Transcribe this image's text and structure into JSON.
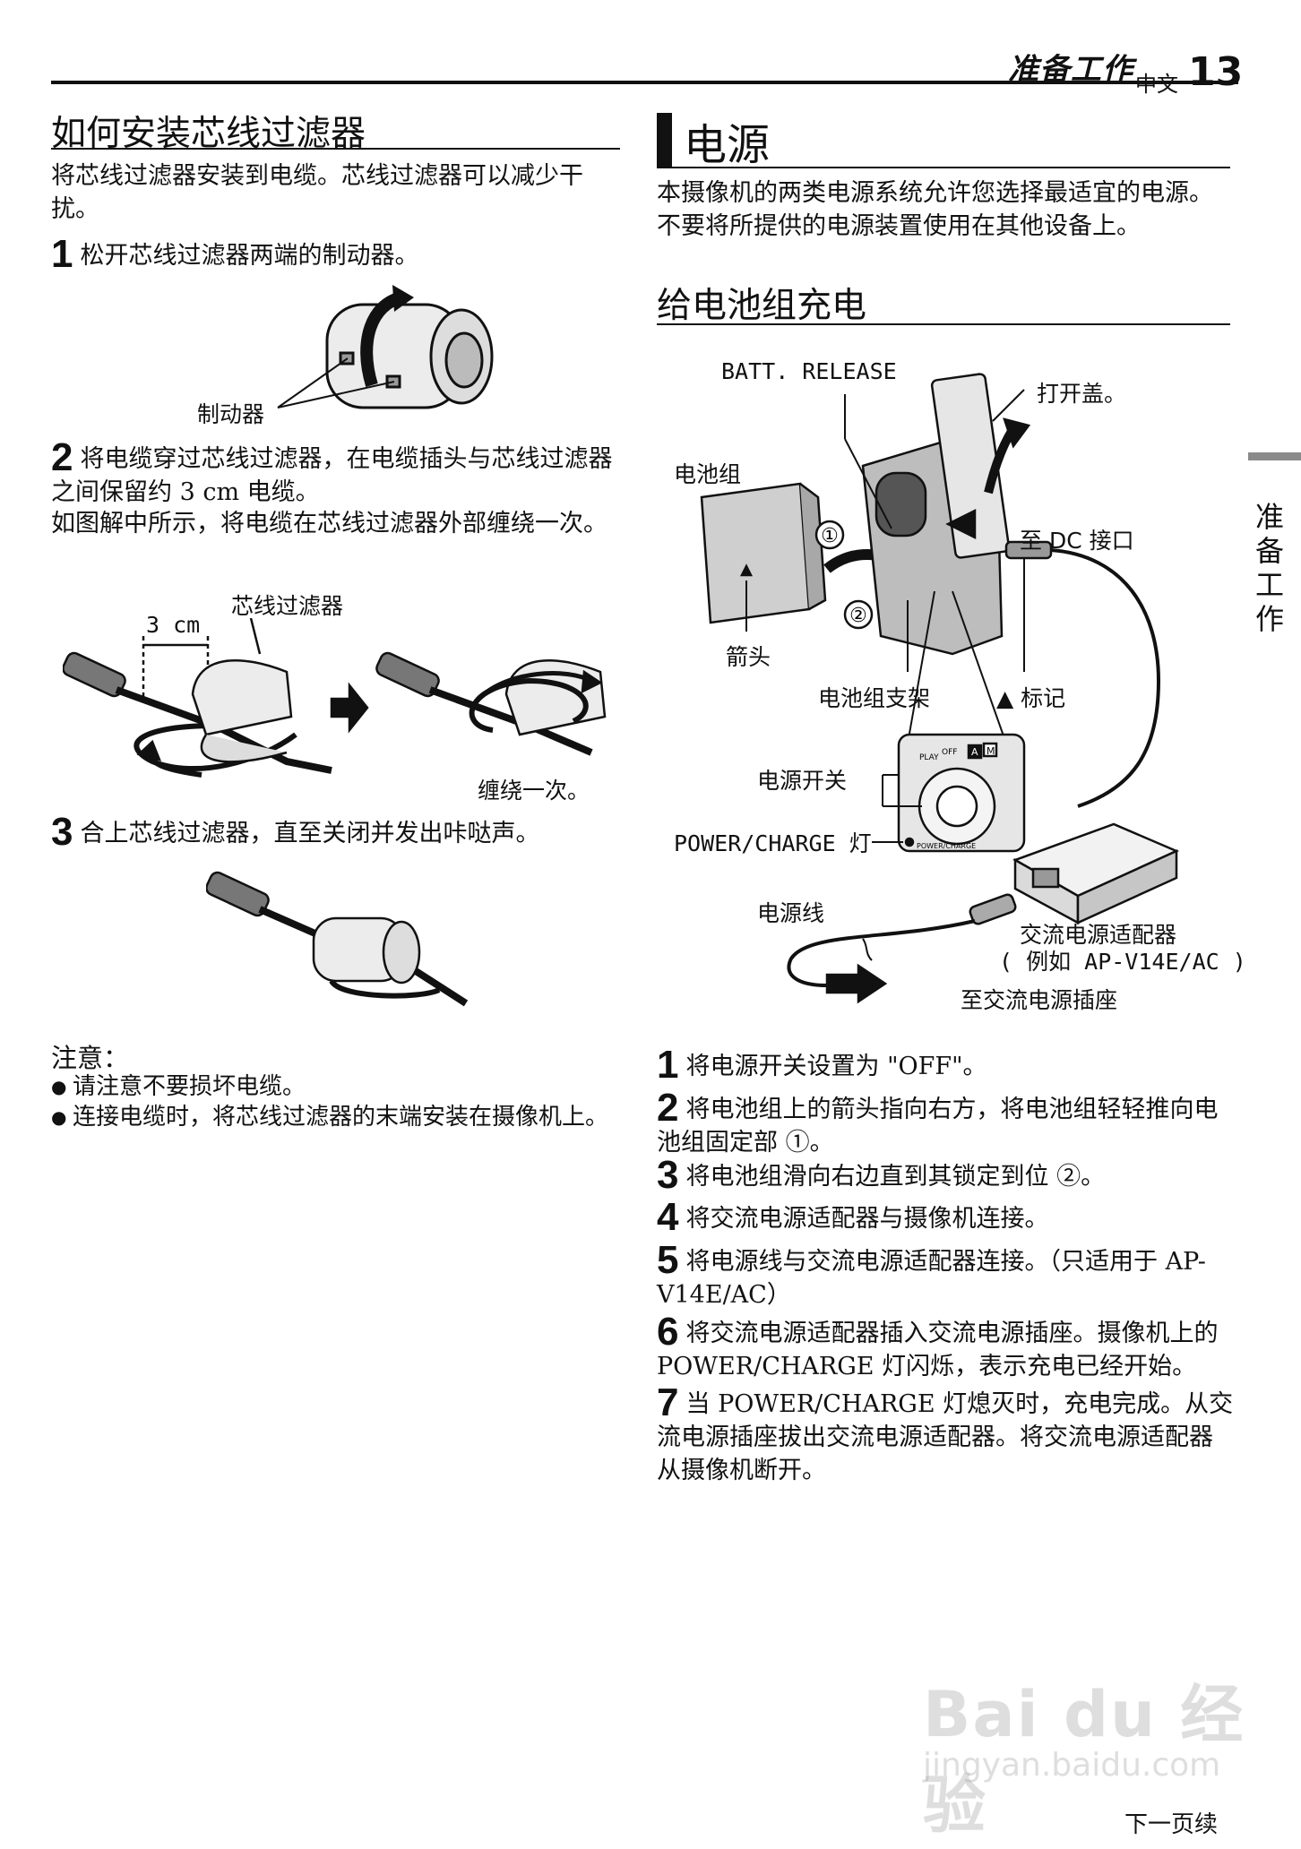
{
  "header": {
    "section": "准备工作",
    "lang": "中文",
    "page": "13"
  },
  "side_tab": "准备工作",
  "left": {
    "title": "如何安装芯线过滤器",
    "intro": "将芯线过滤器安装到电缆。芯线过滤器可以减少干扰。",
    "steps": [
      {
        "num": "1",
        "text": "松开芯线过滤器两端的制动器。"
      },
      {
        "num": "2",
        "text": "将电缆穿过芯线过滤器，在电缆插头与芯线过滤器之间保留约 3 cm 电缆。"
      },
      {
        "num": "3",
        "text": "合上芯线过滤器，直至关闭并发出咔哒声。"
      }
    ],
    "step2_extra": "如图解中所示，将电缆在芯线过滤器外部缠绕一次。",
    "fig1_label": "制动器",
    "fig2_label_filter": "芯线过滤器",
    "fig2_label_cm": "3 cm",
    "fig2_label_wrap": "缠绕一次。",
    "note_title": "注意：",
    "notes": [
      "请注意不要损坏电缆。",
      "连接电缆时，将芯线过滤器的末端安装在摄像机上。"
    ]
  },
  "right": {
    "title": "电源",
    "intro": "本摄像机的两类电源系统允许您选择最适宜的电源。不要将所提供的电源装置使用在其他设备上。",
    "subtitle": "给电池组充电",
    "figure": {
      "batt_release": "BATT. RELEASE",
      "open_cover": "打开盖。",
      "battery_pack": "电池组",
      "to_dc": "至 DC 接口",
      "arrow_label": "箭头",
      "holder": "电池组支架",
      "mark": "▲ 标记",
      "power_switch": "电源开关",
      "charge_lamp": "POWER/CHARGE 灯",
      "power_cord": "电源线",
      "adapter": "交流电源适配器",
      "adapter_example": "( 例如 AP-V14E/AC )",
      "to_outlet": "至交流电源插座",
      "circle1": "①",
      "circle2": "②",
      "dial_play": "PLAY",
      "dial_off": "OFF",
      "dial_a": "A",
      "dial_m": "M",
      "dial_pc": "POWER/CHARGE"
    },
    "steps": [
      {
        "num": "1",
        "text": "将电源开关设置为 \"OFF\"。"
      },
      {
        "num": "2",
        "text": "将电池组上的箭头指向右方，将电池组轻轻推向电池组固定部 ①。"
      },
      {
        "num": "3",
        "text": "将电池组滑向右边直到其锁定到位 ②。"
      },
      {
        "num": "4",
        "text": "将交流电源适配器与摄像机连接。"
      },
      {
        "num": "5",
        "text": "将电源线与交流电源适配器连接。（只适用于 AP-V14E/AC）"
      },
      {
        "num": "6",
        "text": "将交流电源适配器插入交流电源插座。摄像机上的 POWER/CHARGE 灯闪烁，表示充电已经开始。"
      },
      {
        "num": "7",
        "text": "当 POWER/CHARGE 灯熄灭时，充电完成。从交流电源插座拔出交流电源适配器。将交流电源适配器从摄像机断开。"
      }
    ]
  },
  "footer": {
    "next": "下一页续"
  },
  "watermark": {
    "brand": "Bai du 经验",
    "url": "jingyan.baidu.com"
  }
}
